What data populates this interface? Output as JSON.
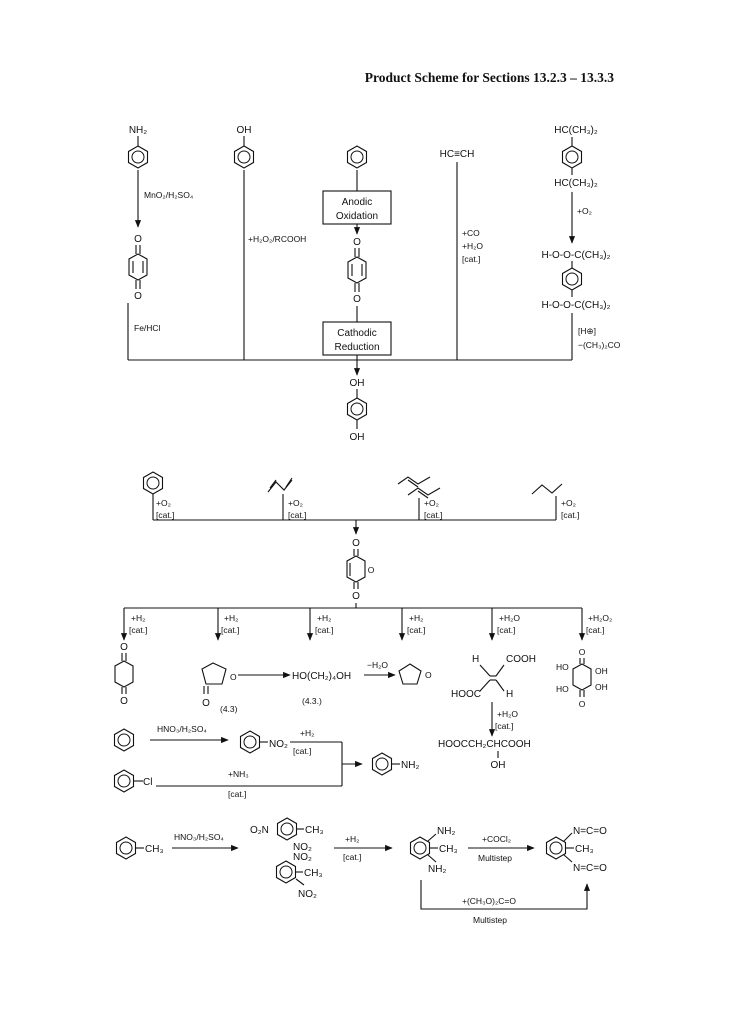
{
  "header": {
    "title": "Product Scheme for Sections 13.2.3 – 13.3.3"
  },
  "hydroquinone_routes": {
    "aniline_substituent": "NH₂",
    "aniline_reagent": "MnO₂/H₂SO₄",
    "quinone_top_o": "O",
    "quinone_bottom_o": "O",
    "reduction_reagent": "Fe/HCl",
    "phenol_substituent": "OH",
    "phenol_reagent": "+H₂O₂/RCOOH",
    "anodic_box": [
      "Anodic",
      "Oxidation"
    ],
    "quinone2_top_o": "O",
    "quinone2_bottom_o": "O",
    "cathodic_box": [
      "Cathodic",
      "Reduction"
    ],
    "acetylene": "HC≡CH",
    "acetylene_reagents": [
      "+CO",
      "+H₂O",
      "[cat.]"
    ],
    "cumene_top": "HC(CH₃)₂",
    "cumene_bottom": "HC(CH₃)₂",
    "oxygen_reagent": "+O₂",
    "hydroperoxide_top": "H-O-O-C(CH₃)₂",
    "hydroperoxide_bottom": "H-O-O-C(CH₃)₂",
    "acid_cat": "[H⊕]",
    "acetone_loss": "−(CH₃)₂CO",
    "product_top": "OH",
    "product_bottom": "OH"
  },
  "maleic_routes": {
    "feed_reagents": [
      "+O₂",
      "[cat.]"
    ],
    "anhydride_o": "O",
    "ring_o": "O",
    "h2_reagents": [
      "+H₂",
      "[cat.]"
    ],
    "water_reagents": [
      "+H₂O",
      "[cat.]"
    ],
    "peroxide_reagents": [
      "+H₂O₂",
      "[cat.]"
    ],
    "succinic_o": "O",
    "gbl_o": "O",
    "gbl_ring_o": "O",
    "gbl_ref": "(4.3)",
    "butanediol": "HO(CH₂)₄OH",
    "butanediol_ref": "(4.3.)",
    "dehydration": "−H₂O",
    "thf_o": "O",
    "fumaric_h1": "H",
    "fumaric_cooh": "COOH",
    "fumaric_hooc": "HOOC",
    "fumaric_h2": "H",
    "malic_reagents": [
      "+H₂O",
      "[cat.]"
    ],
    "malic_acid": "HOOCCH₂CHCOOH",
    "malic_oh": "OH",
    "tartaric_labels": [
      "O",
      "OH",
      "HO",
      "OH",
      "HO",
      "O"
    ]
  },
  "aniline_routes": {
    "nitration_reagent": "HNO₃/H₂SO₄",
    "nitro_group": "NO₂",
    "h2_reagents": [
      "+H₂",
      "[cat.]"
    ],
    "chloro": "Cl",
    "ammonia_reagents": [
      "+NH₃",
      "[cat.]"
    ],
    "product_substituent": "NH₂"
  },
  "tdi_route": {
    "methyl": "CH₃",
    "nitration_reagent": "HNO₃/H₂SO₄",
    "dnt_labels": [
      "O₂N",
      "CH₃",
      "NO₂",
      "NO₂",
      "CH₃",
      "NO₂"
    ],
    "h2_reagents": [
      "+H₂",
      "[cat.]"
    ],
    "tda_labels": [
      "NH₂",
      "CH₃",
      "NH₂"
    ],
    "phosgene_reagents": [
      "+COCl₂",
      "Multistep"
    ],
    "tdi_labels": [
      "N=C=O",
      "CH₃",
      "N=C=O"
    ],
    "carbonate_reagents": [
      "+(CH₃O)₂C=O",
      "Multistep"
    ]
  }
}
